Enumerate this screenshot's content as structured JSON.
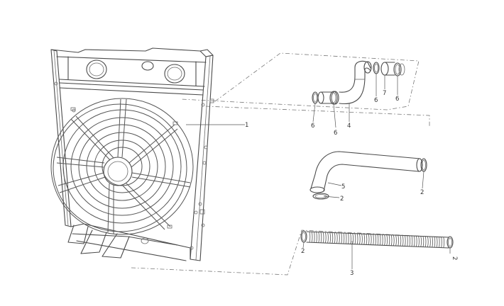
{
  "callouts": [
    {
      "key": "fan_radiator_assembly",
      "text": "1"
    },
    {
      "key": "clamp_5_left",
      "text": "2"
    },
    {
      "key": "clamp_5_right",
      "text": "2"
    },
    {
      "key": "clamp_3_left",
      "text": "2"
    },
    {
      "key": "clamp_3_right",
      "text": "2"
    },
    {
      "key": "flexible_hose",
      "text": "3"
    },
    {
      "key": "elbow_pipe_upper",
      "text": "4"
    },
    {
      "key": "elbow_pipe_lower",
      "text": "5"
    },
    {
      "key": "clamp_upper_left_a",
      "text": "6"
    },
    {
      "key": "clamp_upper_left_b",
      "text": "6"
    },
    {
      "key": "clamp_upper_right_a",
      "text": "6"
    },
    {
      "key": "clamp_upper_right_b",
      "text": "6"
    },
    {
      "key": "connector_ring",
      "text": "7"
    }
  ],
  "labels": {
    "c1": "1",
    "c2a": "2",
    "c2b": "2",
    "c2c": "2",
    "c2d": "2",
    "c3": "3",
    "c4": "4",
    "c5": "5",
    "c6a": "6",
    "c6b": "6",
    "c6c": "6",
    "c6d": "6",
    "c7": "7"
  },
  "colors": {
    "line": "#4a4a4a",
    "background": "#ffffff"
  }
}
